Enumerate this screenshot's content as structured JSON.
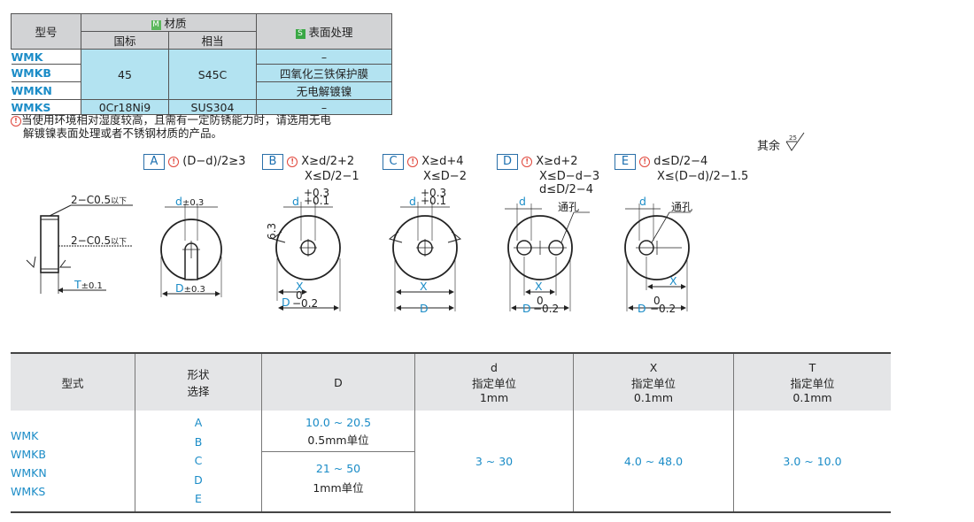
{
  "material_table": {
    "header": {
      "model": "型号",
      "material_badge": "M",
      "material": "材质",
      "gb": "国标",
      "equivalent": "相当",
      "surface_badge": "S",
      "surface": "表面处理"
    },
    "rows": [
      {
        "code": "WMK",
        "surface": "–"
      },
      {
        "code": "WMKB",
        "surface": "四氧化三铁保护膜"
      },
      {
        "code": "WMKN",
        "surface": "无电解镀镍"
      }
    ],
    "steel_gb": "45",
    "steel_eq": "S45C",
    "stainless": {
      "code": "WMKS",
      "gb": "0Cr18Ni9",
      "eq": "SUS304",
      "surface": "–"
    }
  },
  "note": {
    "icon": "!",
    "line1": "当使用环境相对湿度较高，且需有一定防锈能力时，请选用无电",
    "line2": "解镀镍表面处理或者不锈钢材质的产品。"
  },
  "roughness_note": {
    "text": "其余",
    "value": "25"
  },
  "shapes": [
    {
      "letter": "A",
      "cond1": "(D−d)/2≥3",
      "cond2": "",
      "cond3": ""
    },
    {
      "letter": "B",
      "cond1": "X≥d/2+2",
      "cond2": "X≤D/2−1",
      "cond3": ""
    },
    {
      "letter": "C",
      "cond1": "X≥d+4",
      "cond2": "X≤D−2",
      "cond3": ""
    },
    {
      "letter": "D",
      "cond1": "X≥d+2",
      "cond2": "X≤D−d−3",
      "cond3": "d≤D/2−4"
    },
    {
      "letter": "E",
      "cond1": "d≤D/2−4",
      "cond2": "X≤(D−d)/2−1.5",
      "cond3": ""
    }
  ],
  "drawing_labels": {
    "chamfer": "2−C0.5",
    "chamfer_suffix": "以下",
    "roughness": "6.3",
    "t_label": "T",
    "t_tol": "±0.1",
    "d_label": "d",
    "d_tol": "±0.3",
    "D_label": "D",
    "D_tol_sym": "±0.3",
    "plus_tol_top": "+0.3",
    "plus_tol_bottom": "+0.1",
    "minus_tol_top": "0",
    "minus_tol_bottom": "−0.2",
    "x_label": "X",
    "through_hole": "通孔"
  },
  "spec_table": {
    "headers": {
      "type": "型式",
      "shape_1": "形状",
      "shape_2": "选择",
      "D": "D",
      "d_name": "d",
      "d_unit_label": "指定单位",
      "d_unit": "1mm",
      "x_name": "X",
      "x_unit_label": "指定单位",
      "x_unit": "0.1mm",
      "t_name": "T",
      "t_unit_label": "指定单位",
      "t_unit": "0.1mm"
    },
    "types": [
      "WMK",
      "WMKB",
      "WMKN",
      "WMKS"
    ],
    "shape_letters": [
      "A",
      "B",
      "C",
      "D",
      "E"
    ],
    "D_range1": "10.0 ~ 20.5",
    "D_unit1": "0.5mm单位",
    "D_range2": "21 ~ 50",
    "D_unit2": "1mm单位",
    "d_range": "3 ~ 30",
    "x_range": "4.0 ~ 48.0",
    "t_range": "3.0 ~ 10.0"
  },
  "colors": {
    "accent": "#1b8cc7",
    "table_blue": "#b3e3f1",
    "header_grey": "#d2d3d5",
    "badge_green": "#5cb85c",
    "note_red": "#e0453a"
  }
}
